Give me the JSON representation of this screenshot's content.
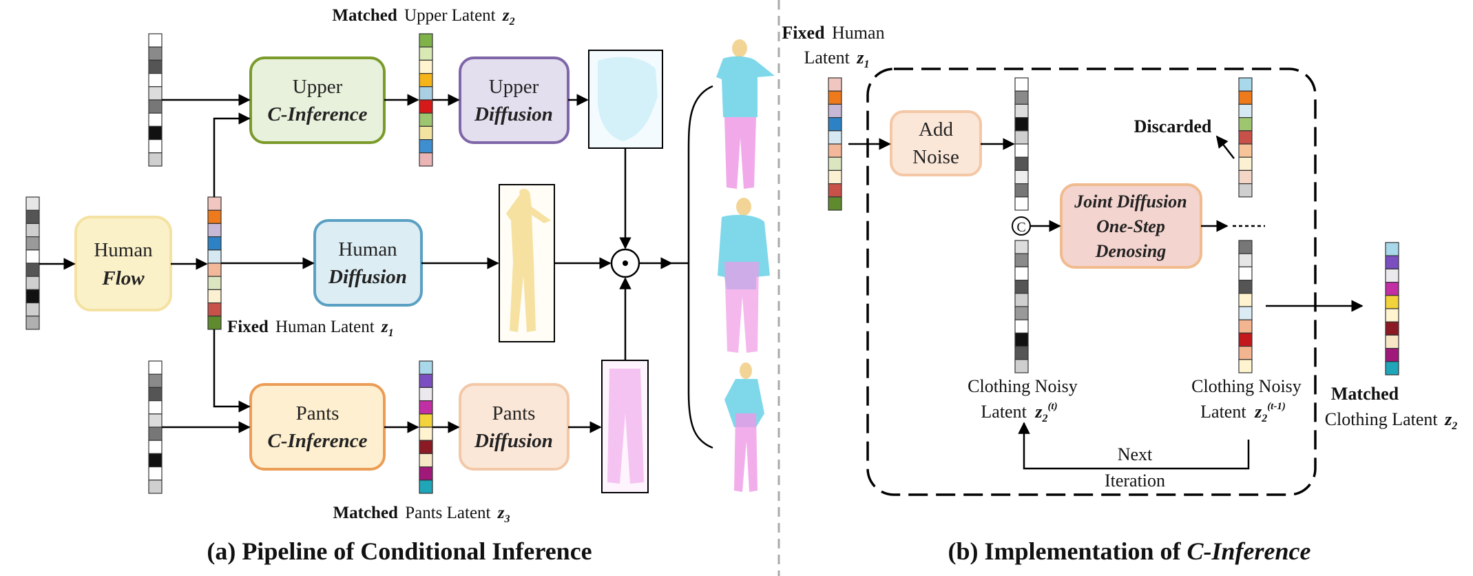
{
  "palette": {
    "vec_a": [
      "#e6e6e6",
      "#555555",
      "#cfcfcf",
      "#9a9a9a",
      "#ffffff",
      "#555555",
      "#cfcfcf",
      "#111111",
      "#cfcfcf",
      "#b0b0b0"
    ],
    "vec_b": [
      "#ffffff",
      "#8a8a8a",
      "#555555",
      "#ffffff",
      "#dcdcdc",
      "#777777",
      "#ffffff",
      "#111111",
      "#ffffff",
      "#cfcfcf"
    ],
    "human_latent": [
      "#f2c6c0",
      "#ee7a1c",
      "#c7b8d6",
      "#2c82c4",
      "#d6e8f2",
      "#f3b89a",
      "#dbe6c0",
      "#fbf0d2",
      "#c8524a",
      "#5f8a2e"
    ],
    "upper_latent": [
      "#7fb34a",
      "#d8e9b4",
      "#fff3d0",
      "#f5b51a",
      "#a8cfe2",
      "#d61919",
      "#9ec56f",
      "#f3e3a0",
      "#3f8ed0",
      "#eab5b4"
    ],
    "pants_latent": [
      "#a8d8ea",
      "#7b4fc0",
      "#ece9ee",
      "#c22fa4",
      "#f3d33b",
      "#fff3d0",
      "#8b1a24",
      "#f7e7c6",
      "#a0197a",
      "#1fa6b9"
    ],
    "cnoisy_t_top": [
      "#ffffff",
      "#8a8a8a",
      "#dddddd",
      "#111111",
      "#cfcfcf",
      "#ffffff",
      "#555555",
      "#eeeeee",
      "#777777",
      "#ffffff"
    ],
    "cnoisy_t_bot": [
      "#dddddd",
      "#8a8a8a",
      "#ffffff",
      "#555555",
      "#cfcfcf",
      "#999999",
      "#ffffff",
      "#111111",
      "#555555",
      "#cfcfcf"
    ],
    "discard_vec": [
      "#a8d8ea",
      "#ee7a1c",
      "#d6e8f2",
      "#9ec56f",
      "#c8524a",
      "#f7c49a",
      "#fbf0d2",
      "#f3d6c6",
      "#cfcfcf"
    ],
    "cnoisy_t1": [
      "#777777",
      "#e6e6e6",
      "#ffffff",
      "#555555",
      "#fff3d0",
      "#dcecf5",
      "#f3b58f",
      "#c2191e",
      "#f3b58f",
      "#fff3d0"
    ],
    "matched_out": [
      "#a8d8ea",
      "#7b4fc0",
      "#ece9ee",
      "#c22fa4",
      "#f3d33b",
      "#fff3d0",
      "#8b1a24",
      "#f7e7c6",
      "#a0197a",
      "#1fa6b9"
    ]
  },
  "boxes": {
    "human_flow": {
      "line1": "Human",
      "line2": "Flow"
    },
    "upper_cinf": {
      "line1": "Upper",
      "line2": "C-Inference"
    },
    "upper_diff": {
      "line1": "Upper",
      "line2": "Diffusion"
    },
    "human_diff": {
      "line1": "Human",
      "line2": "Diffusion"
    },
    "pants_cinf": {
      "line1": "Pants",
      "line2": "C-Inference"
    },
    "pants_diff": {
      "line1": "Pants",
      "line2": "Diffusion"
    },
    "add_noise": {
      "line1": "Add",
      "line2": "Noise"
    },
    "joint": {
      "line1": "Joint Diffusion",
      "line2": "One-Step",
      "line3": "Denosing"
    }
  },
  "labels": {
    "matched_upper": {
      "bold": "Matched",
      "rest": "Upper Latent",
      "var": "z",
      "sub": "2"
    },
    "fixed_human_a": {
      "bold": "Fixed",
      "rest": "Human Latent",
      "var": "z",
      "sub": "1"
    },
    "matched_pants": {
      "bold": "Matched",
      "rest": "Pants Latent",
      "var": "z",
      "sub": "3"
    },
    "fixed_human_b": {
      "bold": "Fixed",
      "line1rest": "Human",
      "line2": "Latent",
      "var": "z",
      "sub": "1"
    },
    "discarded": "Discarded",
    "concat_symbol": "C",
    "noisy_t": {
      "line1": "Clothing Noisy",
      "line2": "Latent",
      "var": "z",
      "sub": "2",
      "sup": "(t)"
    },
    "noisy_t1": {
      "line1": "Clothing Noisy",
      "line2": "Latent",
      "var": "z",
      "sub": "2",
      "sup": "(t-1)"
    },
    "next_iter": {
      "line1": "Next",
      "line2": "Iteration"
    },
    "matched_clothing": {
      "line1": "Matched",
      "line2": "Clothing Latent",
      "var": "z",
      "sub": "2"
    },
    "odot": "⊙"
  },
  "captions": {
    "a": "(a) Pipeline of Conditional Inference",
    "b_prefix": "(b) Implementation of ",
    "b_italic": "C-Inference"
  }
}
